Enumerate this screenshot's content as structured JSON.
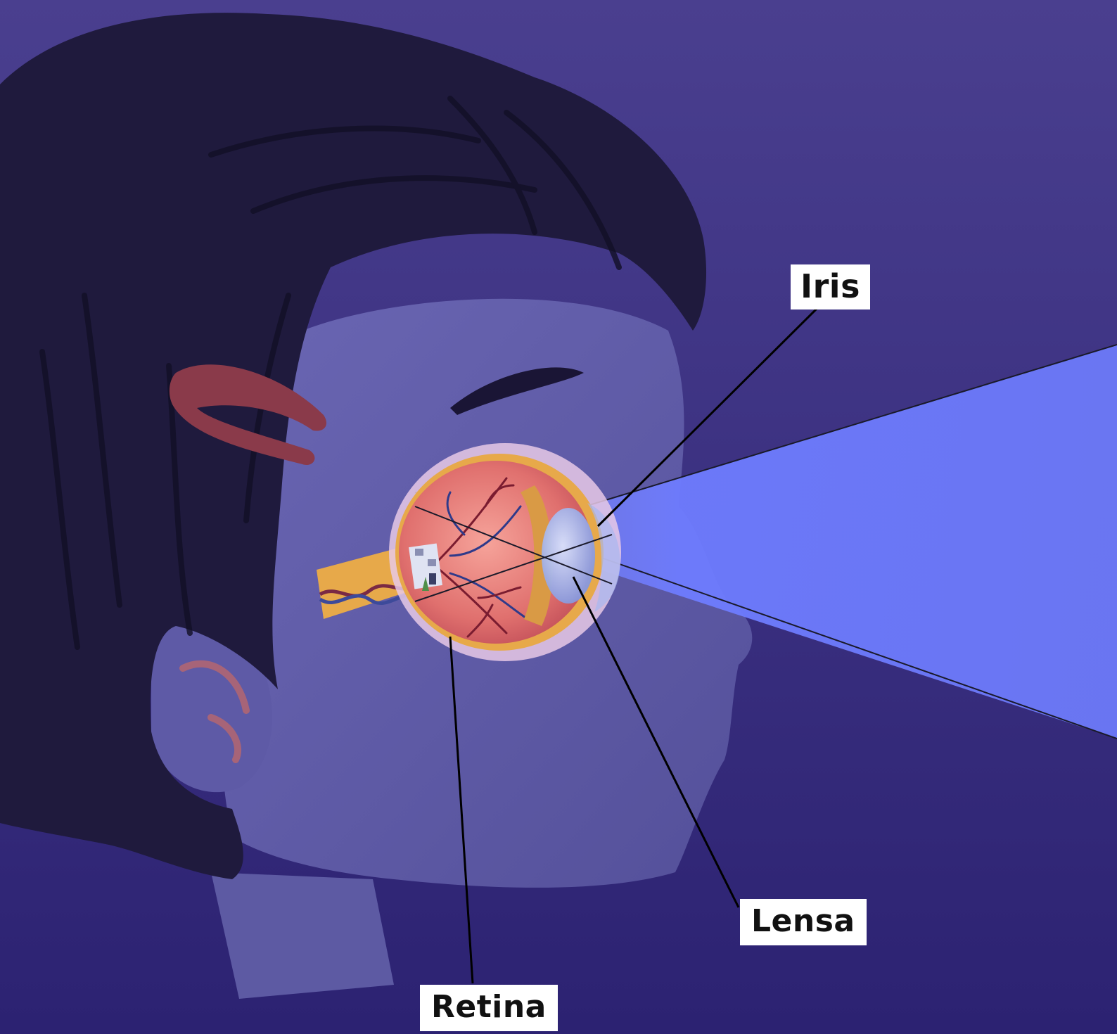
{
  "labels": {
    "iris": "Iris",
    "lensa": "Lensa",
    "retina": "Retina"
  },
  "colors": {
    "background_top": "#4a3f8f",
    "background_bottom": "#2c2272",
    "light_beam": "#6e7cff",
    "hair": "#1f1a3d",
    "skin_shadow": "#5a57a0",
    "hair_clip": "#8a3a4a",
    "eyeball_interior": "#e8857f",
    "optic_nerve": "#e7a94a",
    "lens": "#8fa6e6",
    "leader_line": "#000000",
    "label_background": "#ffffff"
  }
}
